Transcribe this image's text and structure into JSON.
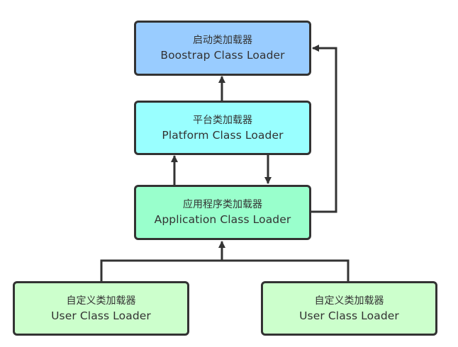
{
  "diagram": {
    "nodes": [
      {
        "id": "bootstrap",
        "cn": "启动类加载器",
        "en": "Boostrap Class Loader",
        "color": "#99ccff"
      },
      {
        "id": "platform",
        "cn": "平台类加载器",
        "en": "Platform Class Loader",
        "color": "#99ffff"
      },
      {
        "id": "application",
        "cn": "应用程序类加载器",
        "en": "Application Class Loader",
        "color": "#99ffcc"
      },
      {
        "id": "user1",
        "cn": "自定义类加载器",
        "en": "User Class Loader",
        "color": "#ccffcc"
      },
      {
        "id": "user2",
        "cn": "自定义类加载器",
        "en": "User Class Loader",
        "color": "#ccffcc"
      }
    ],
    "edges": [
      {
        "from": "platform",
        "to": "bootstrap"
      },
      {
        "from": "application",
        "to": "platform"
      },
      {
        "from": "platform",
        "to": "application"
      },
      {
        "from": "application",
        "to": "bootstrap"
      },
      {
        "from": "user1",
        "to": "application"
      },
      {
        "from": "user2",
        "to": "application"
      }
    ],
    "line_color": "#333333"
  }
}
